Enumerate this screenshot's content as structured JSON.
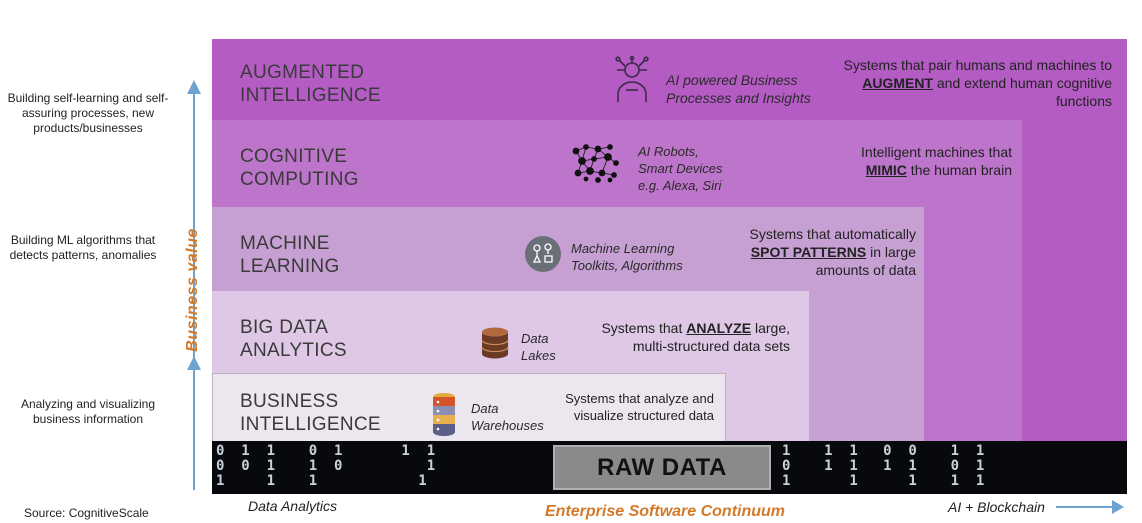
{
  "layers": [
    {
      "id": "augmented-intelligence",
      "title_lines": [
        "AUGMENTED",
        "INTELLIGENCE"
      ],
      "example_lines": [
        "AI powered Business",
        "Processes and Insights"
      ],
      "description": {
        "before": "Systems that pair humans and machines to ",
        "highlight": "AUGMENT",
        "after": " and extend human cognitive functions"
      },
      "icon": "ai-head-icon"
    },
    {
      "id": "cognitive-computing",
      "title_lines": [
        "COGNITIVE",
        "COMPUTING"
      ],
      "example_lines": [
        "AI Robots,",
        "Smart Devices",
        "e.g. Alexa, Siri"
      ],
      "description": {
        "before": "Intelligent machines that ",
        "highlight": "MIMIC",
        "after": " the human brain"
      },
      "icon": "neural-network-icon"
    },
    {
      "id": "machine-learning",
      "title_lines": [
        "MACHINE",
        "LEARNING"
      ],
      "example_lines": [
        "Machine Learning",
        "Toolkits, Algorithms"
      ],
      "description": {
        "before": "Systems that automatically ",
        "highlight": "SPOT PATTERNS",
        "after": " in large amounts of data"
      },
      "icon": "ml-toolkit-icon"
    },
    {
      "id": "big-data-analytics",
      "title_lines": [
        "BIG DATA",
        "ANALYTICS"
      ],
      "example_lines": [
        "Data",
        "Lakes"
      ],
      "description": {
        "before": "Systems that ",
        "highlight": "ANALYZE",
        "after": " large, multi-structured data sets"
      },
      "icon": "database-icon"
    },
    {
      "id": "business-intelligence",
      "title_lines": [
        "BUSINESS",
        "INTELLIGENCE"
      ],
      "example_lines": [
        "Data",
        "Warehouses"
      ],
      "description": {
        "before": "Systems that analyze and visualize structured data",
        "highlight": "",
        "after": ""
      },
      "icon": "data-warehouse-icon"
    }
  ],
  "raw_data_label": "RAW DATA",
  "left_notes": [
    "Building self-learning and self-assuring processes, new products/businesses",
    "Building ML algorithms that detects patterns, anomalies",
    "Analyzing and visualizing business information"
  ],
  "y_axis_label": "Business value",
  "x_axis": {
    "left": "Data Analytics",
    "center": "Enterprise Software Continuum",
    "right": "AI + Blockchain"
  },
  "source": "Source: CognitiveScale",
  "colors": {
    "augmented": "#b45cc4",
    "cognitive": "#bd75cb",
    "ml": "#c6a0d2",
    "bigdata": "#dec8e6",
    "bi": "#ece6ef",
    "accent_orange": "#d4792a",
    "arrow_blue": "#6fa3cf"
  }
}
